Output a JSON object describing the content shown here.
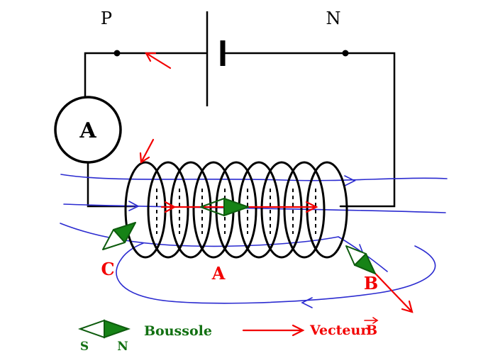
{
  "diagram": {
    "terminals": {
      "p": "P",
      "n": "N"
    },
    "ammeter_label": "A",
    "point_labels": {
      "c": "C",
      "a": "A",
      "b": "B"
    },
    "legend": {
      "compass_south": "S",
      "compass_north": "N",
      "compass_label": "Boussole",
      "vector_label": "Vecteur",
      "vector_symbol": "B"
    },
    "colors": {
      "wire": "#000000",
      "field_line": "#2b2bd0",
      "current_arrow": "#f20000",
      "compass_fill": "#168316",
      "compass_stroke": "#0e5c0e",
      "legend_text_green": "#127012",
      "label_red": "#f20000"
    }
  }
}
